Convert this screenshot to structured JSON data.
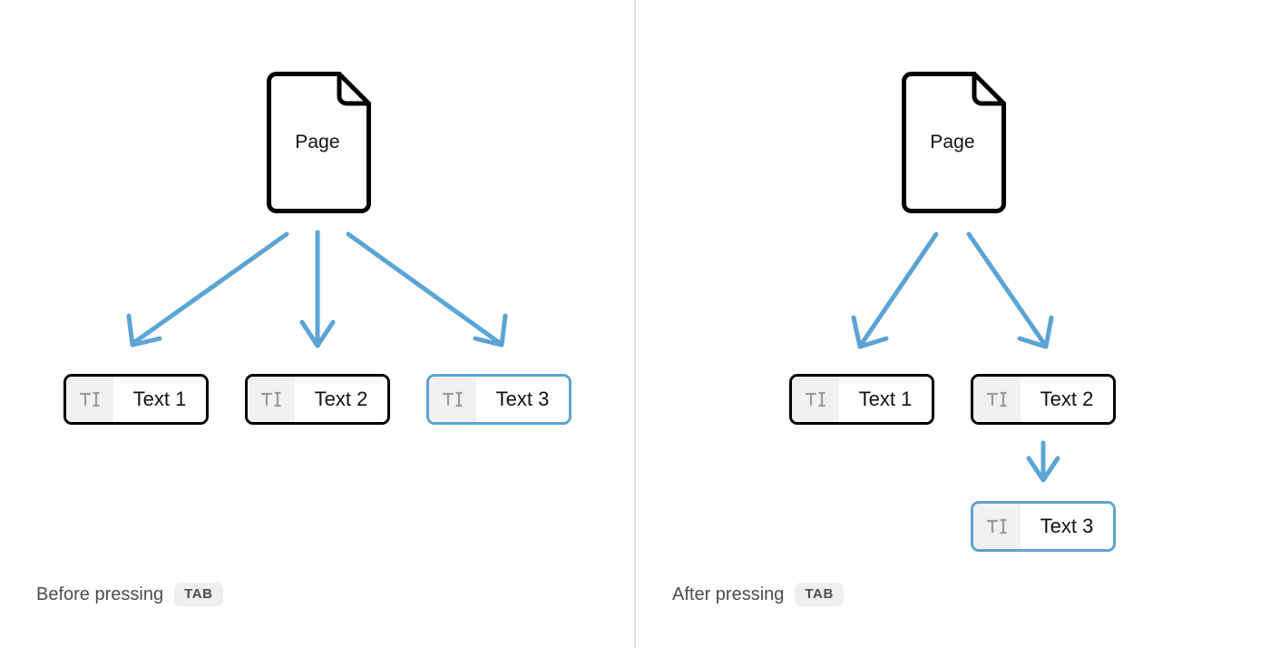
{
  "diagram": {
    "title_implicit": "Tab key reparents a text node under its previous sibling",
    "accent_color": "#5ba4d4",
    "node_border_color": "#000000",
    "icon_pane_color": "#f1f1f1",
    "divider_color": "#e3e4e6",
    "text_color": "#111111",
    "caption_color": "#4d4d4d",
    "badge_bg": "#efeff0"
  },
  "panels": [
    {
      "id": "before",
      "page": {
        "label": "Page",
        "icon": "document-page-icon"
      },
      "nodes": [
        {
          "label": "Text 1",
          "icon": "text-cursor-icon",
          "selected": false
        },
        {
          "label": "Text 2",
          "icon": "text-cursor-icon",
          "selected": false
        },
        {
          "label": "Text 3",
          "icon": "text-cursor-icon",
          "selected": true
        }
      ],
      "caption": {
        "text": "Before pressing",
        "key": "TAB"
      }
    },
    {
      "id": "after",
      "page": {
        "label": "Page",
        "icon": "document-page-icon"
      },
      "nodes": [
        {
          "label": "Text 1",
          "icon": "text-cursor-icon",
          "selected": false
        },
        {
          "label": "Text 2",
          "icon": "text-cursor-icon",
          "selected": false
        },
        {
          "label": "Text 3",
          "icon": "text-cursor-icon",
          "selected": true
        }
      ],
      "caption": {
        "text": "After pressing",
        "key": "TAB"
      }
    }
  ]
}
